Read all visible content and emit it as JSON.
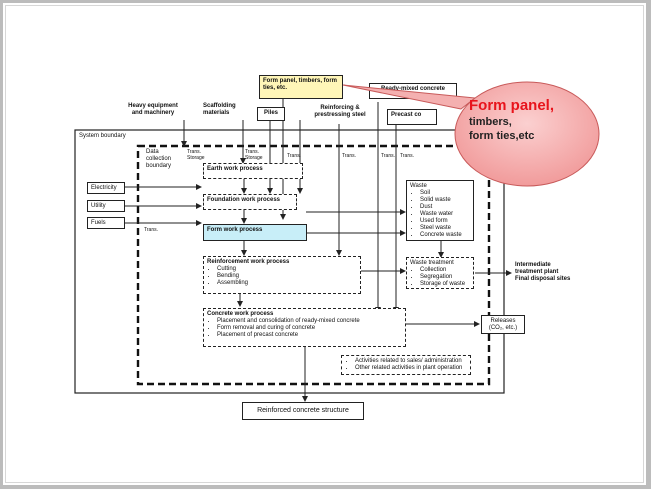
{
  "diagram": {
    "top_inputs": {
      "form_panel": "Form panel, timbers,\nform ties, etc.",
      "heavy_equipment": "Heavy equipment\nand machinery",
      "scaffolding": "Scaffolding\nmaterials",
      "piles": "Piles",
      "reinforcing": "Reinforcing &\nprestressing steel",
      "ready_mixed": "Ready-mixed concrete",
      "precast": "Precast co"
    },
    "system_boundary": "System boundary",
    "data_boundary": "Data\ncollection\nboundary",
    "left_inputs": [
      "Electricity",
      "Utility",
      "Fuels"
    ],
    "trans_labels": {
      "trans_storage_1": "Trans.\nStorage",
      "trans_storage_2": "Trans.\nStorage",
      "trans": "Trans."
    },
    "processes": {
      "earth": "Earth work process",
      "foundation": "Foundation work process",
      "form": "Form work process",
      "reinforcement": {
        "title": "Reinforcement work process",
        "items": [
          "Cutting",
          "Bending",
          "Assembling"
        ]
      },
      "concrete": {
        "title": "Concrete work process",
        "items": [
          "Placement and consolidation of ready-mixed concrete",
          "Form removal and curing of concrete",
          "Placement of precast concrete"
        ]
      }
    },
    "waste": {
      "title": "Waste",
      "items": [
        "Soil",
        "Solid waste",
        "Dust",
        "Waste water",
        "Used form",
        "Steel waste",
        "Concrete waste"
      ]
    },
    "waste_treatment": {
      "title": "Waste treatment",
      "items": [
        "Collection",
        "Segregation",
        "Storage of waste"
      ]
    },
    "intermediate": "Intermediate\ntreatment plant\nFinal disposal sites",
    "releases": "Releases\n(CO₂, etc.)",
    "activities": [
      "Activities related to sales/ administration",
      "Other related activities in plant operation"
    ],
    "output": "Reinforced concrete structure"
  },
  "callout": {
    "title": "Form panel,",
    "lines": [
      "timbers,",
      "form ties,etc"
    ],
    "fill": "#f6a9a9",
    "title_color": "#e8141c"
  },
  "highlight_color": "#fff6b8",
  "form_work_fill": "#c8eef8"
}
